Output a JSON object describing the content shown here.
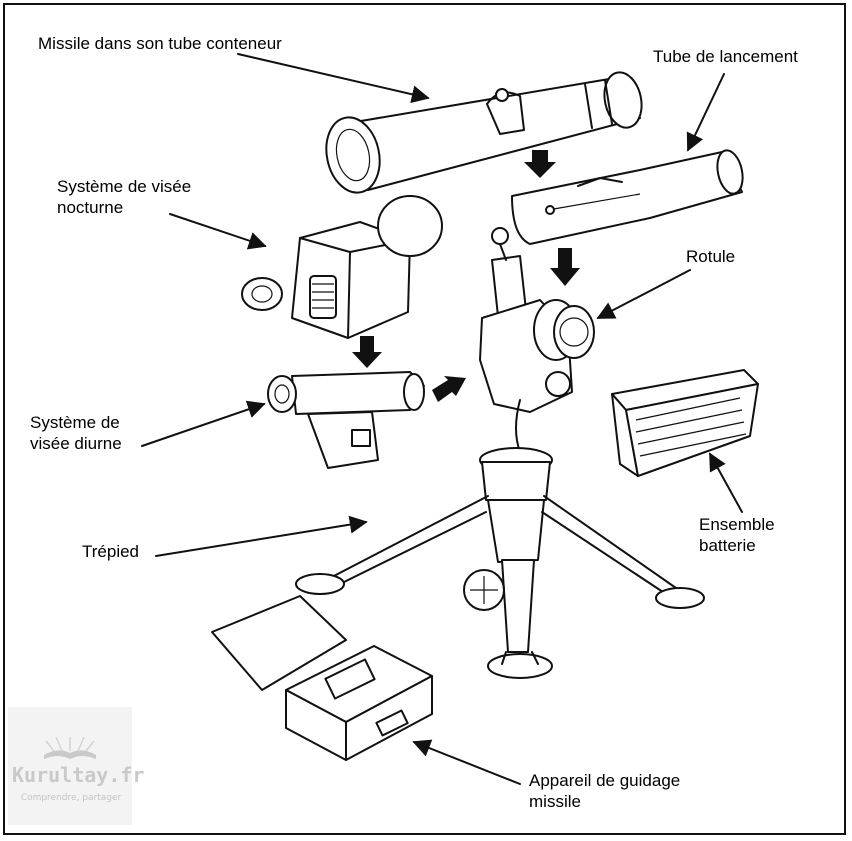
{
  "labels": {
    "missile_tube": "Missile dans son tube conteneur",
    "launch_tube": "Tube de lancement",
    "night_sight": "Système de visée\nnocturne",
    "swivel": "Rotule",
    "day_sight": "Système de\nvisée diurne",
    "tripod": "Trépied",
    "battery": "Ensemble\nbatterie",
    "guidance": "Appareil de guidage\nmissile"
  },
  "watermark": {
    "name": "Kurultay.fr",
    "tagline": "Comprendre, partager"
  }
}
